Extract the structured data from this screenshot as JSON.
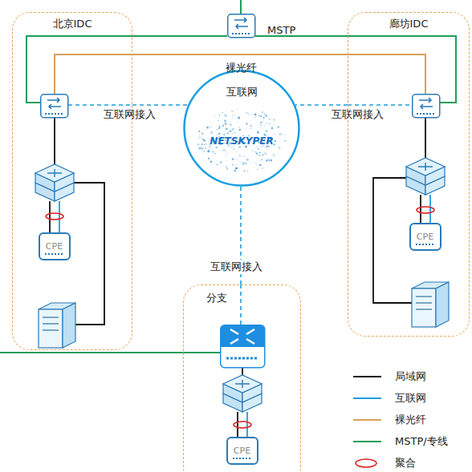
{
  "diagram": {
    "nodes": [
      {
        "text": [
          "北京IDC"
        ]
      },
      {
        "text": [
          "CPE"
        ],
        "in": 0
      },
      {
        "text": [
          "廊坊IDC"
        ]
      },
      {
        "text": [
          "CPE"
        ],
        "in": 2
      },
      {
        "text": [
          "互联网",
          "NETSKYPER"
        ]
      },
      {
        "text": [
          "分支"
        ]
      },
      {
        "text": [
          "CPE"
        ],
        "in": 5
      }
    ],
    "edges": [
      {
        "from": 0,
        "to": 4,
        "arrow": "none",
        "label": "互联网接入"
      },
      {
        "from": 2,
        "to": 4,
        "arrow": "none",
        "label": "互联网接入"
      },
      {
        "from": 5,
        "to": 4,
        "arrow": "none",
        "label": "互联网接入"
      }
    ],
    "labels": [
      "MSTP",
      "裸光纤"
    ],
    "legend": [
      {
        "text": "局域网"
      },
      {
        "text": "互联网"
      },
      {
        "text": "裸光纤"
      },
      {
        "text": "MSTP/专线"
      },
      {
        "text": "聚合"
      }
    ]
  }
}
